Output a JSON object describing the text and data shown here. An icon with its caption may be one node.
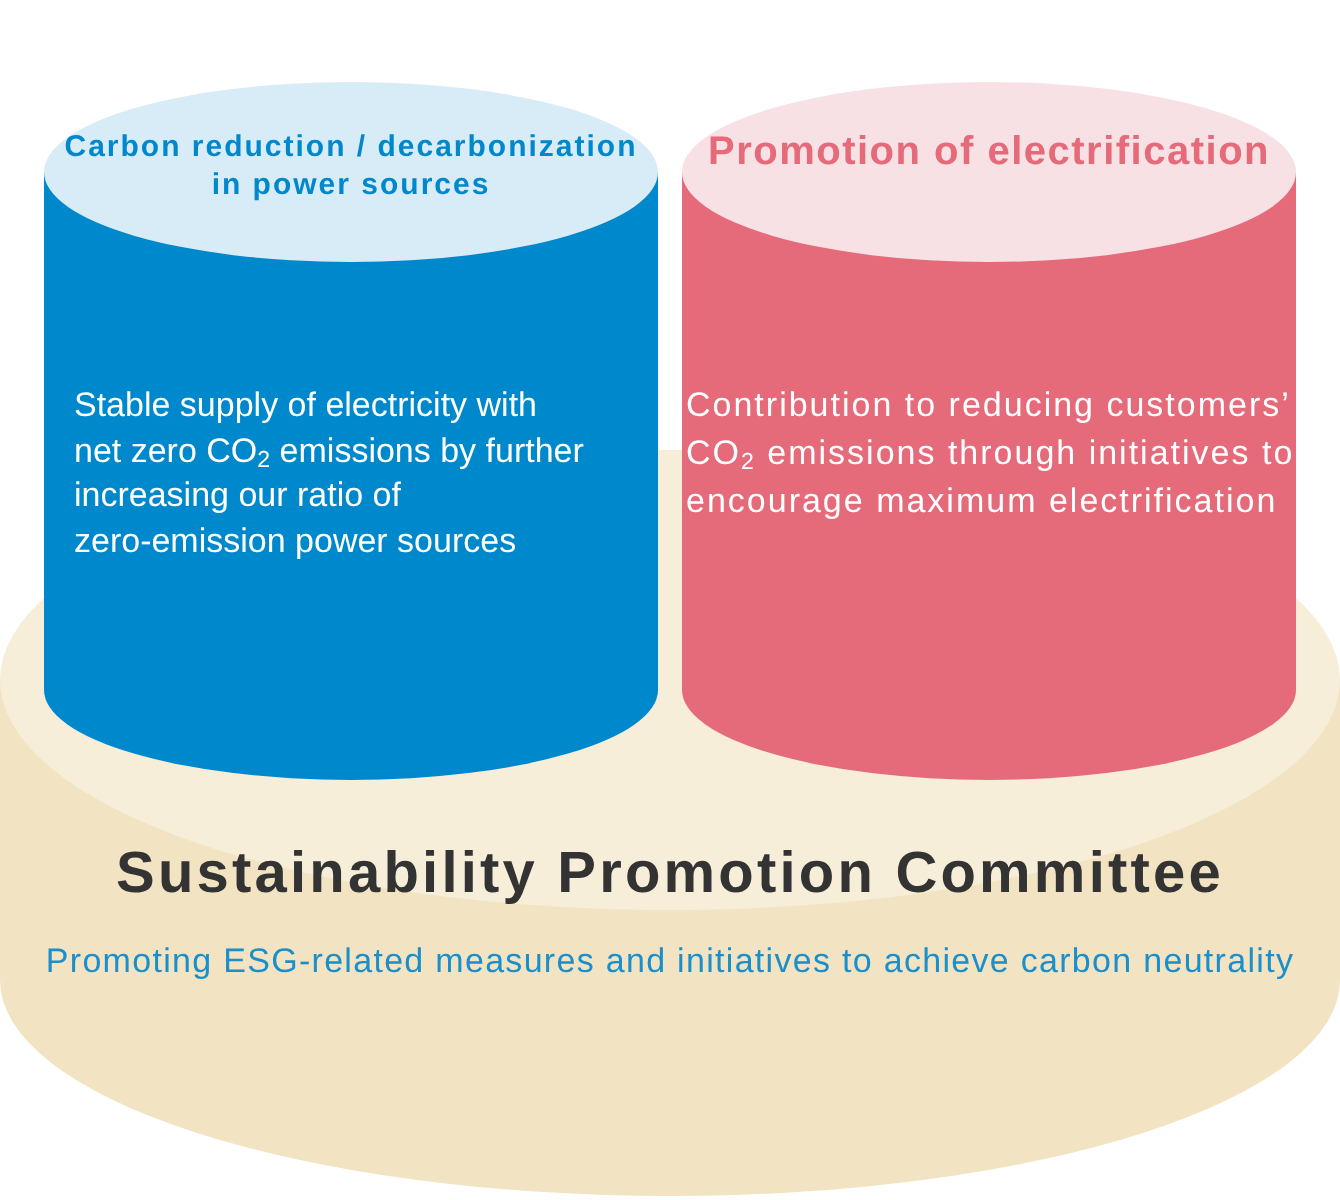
{
  "diagram": {
    "nodes": [
      {
        "text": [
          "Carbon reduction / decarbonization in power sources",
          "Stable supply of electricity with net zero CO$_{2}$ emissions by further increasing our ratio of zero-emission power sources"
        ]
      },
      {
        "text": [
          "Promotion of electrification",
          "Contribution to reducing customers’ CO$_{2}$ emissions through initiatives to encourage maximum electrification"
        ]
      },
      {
        "text": [
          "Sustainability Promotion Committee",
          "Promoting ESG-related measures and initiatives to achieve carbon neutrality"
        ]
      }
    ]
  }
}
